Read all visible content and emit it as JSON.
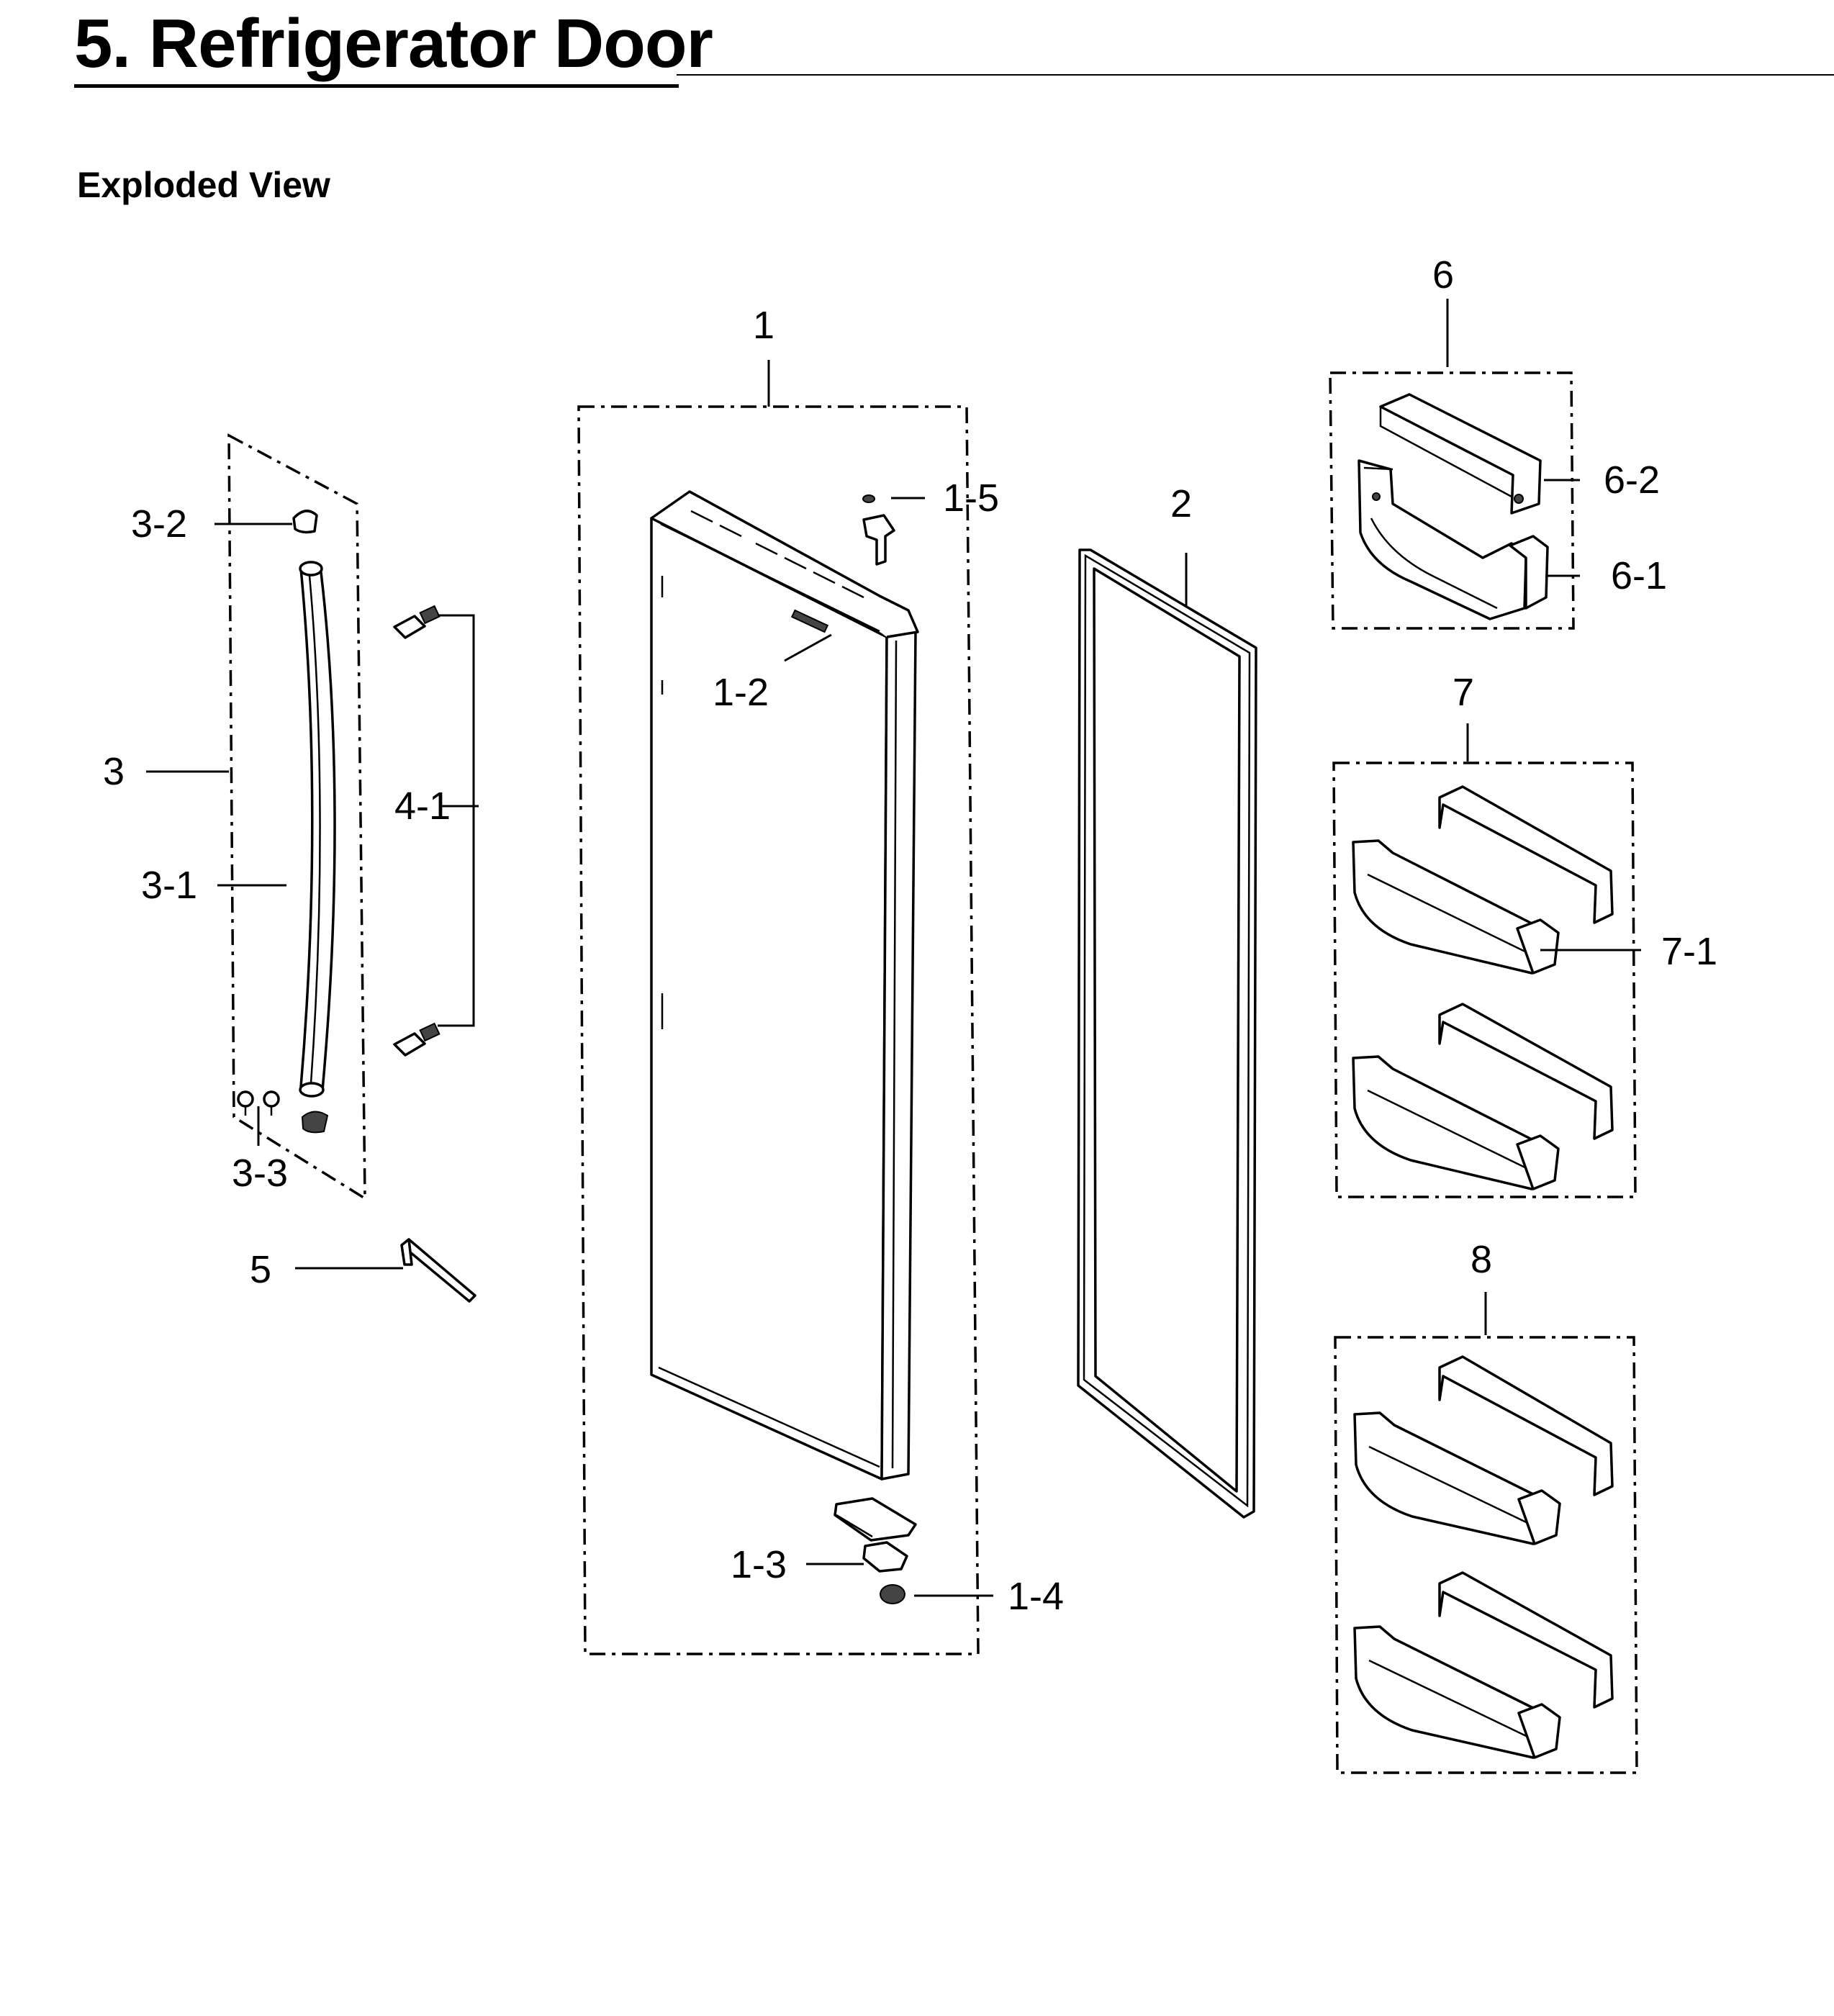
{
  "header": {
    "title": "5.  Refrigerator Door",
    "section": "Exploded View"
  },
  "diagram": {
    "callouts": {
      "c1": "1",
      "c1_2": "1-2",
      "c1_3": "1-3",
      "c1_4": "1-4",
      "c1_5": "1-5",
      "c2": "2",
      "c3": "3",
      "c3_1": "3-1",
      "c3_2": "3-2",
      "c3_3": "3-3",
      "c4_1": "4-1",
      "c5": "5",
      "c6": "6",
      "c6_1": "6-1",
      "c6_2": "6-2",
      "c7": "7",
      "c7_1": "7-1",
      "c8": "8"
    },
    "colors": {
      "ink": "#000000",
      "paper": "#ffffff"
    }
  }
}
